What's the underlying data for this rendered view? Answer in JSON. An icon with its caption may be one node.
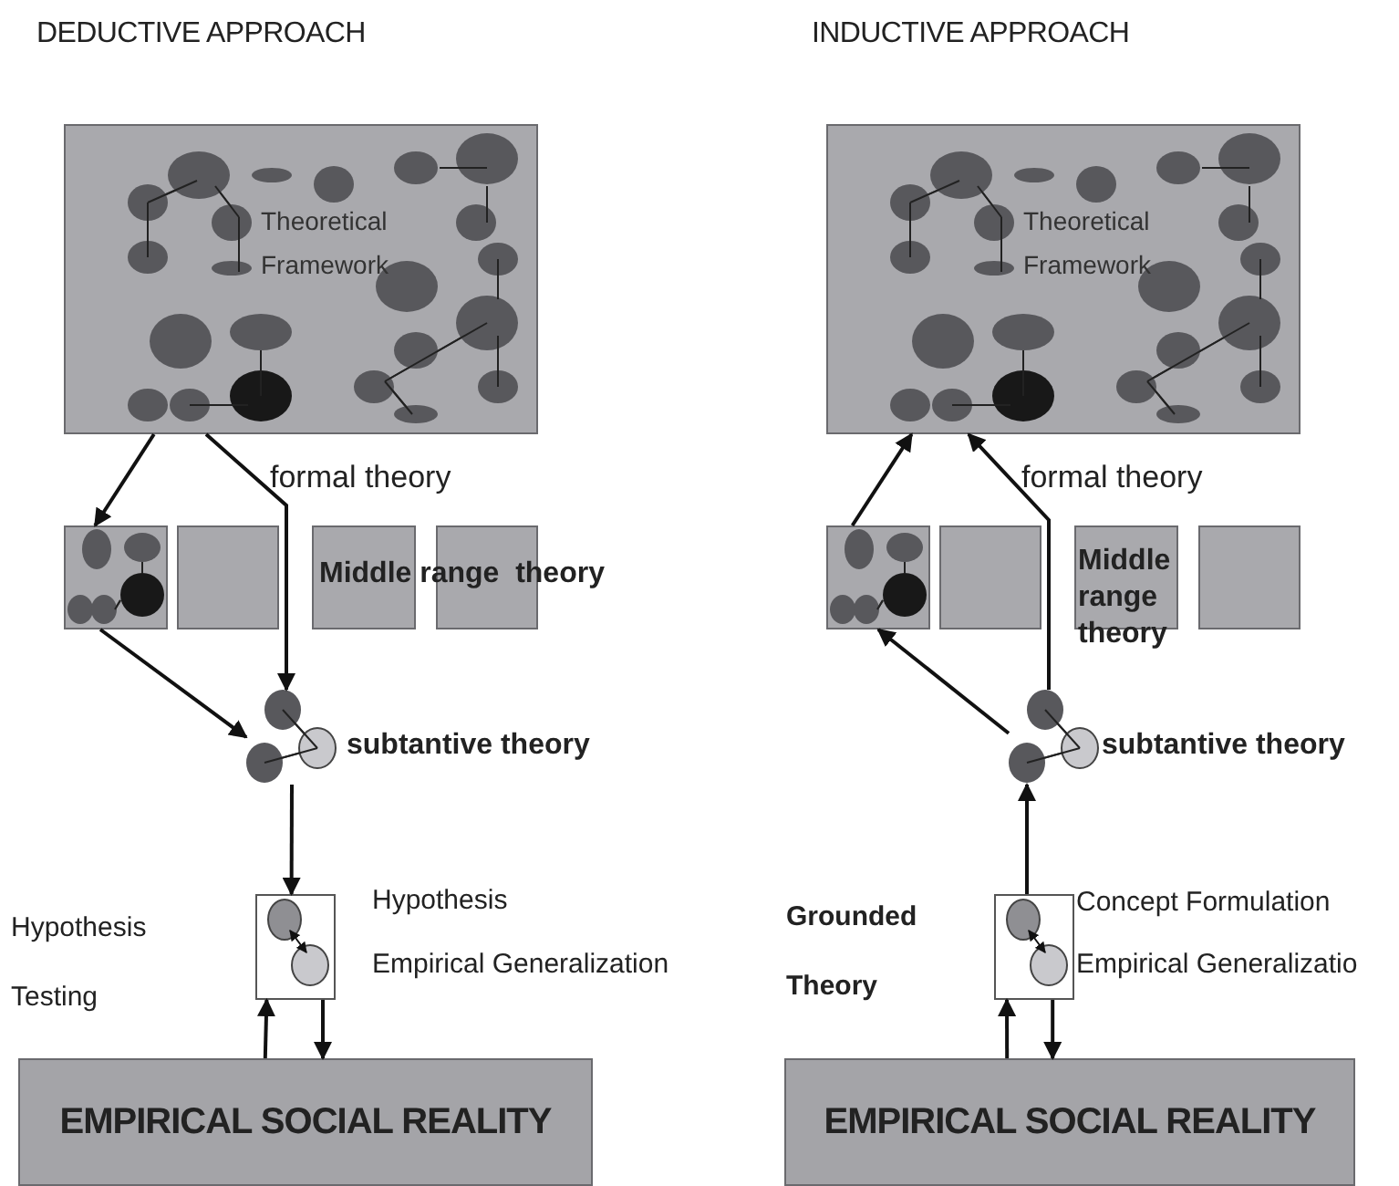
{
  "diagram": {
    "nodes": [
      {
        "text": [
          "Theoretical Framework"
        ]
      },
      {
        "text": [],
        "shape": "box"
      },
      {
        "text": [],
        "shape": "box"
      },
      {
        "text": [],
        "shape": "box"
      },
      {
        "text": [],
        "shape": "box"
      },
      {
        "text": [],
        "shape": "circle",
        "beside": [
          "subtantive theory"
        ]
      },
      {
        "text": [],
        "shape": "box",
        "beside": [
          "Hypothesis",
          "Empirical Generalization"
        ]
      },
      {
        "text": [
          "EMPIRICAL SOCIAL REALITY"
        ]
      },
      {
        "text": [
          "Theoretical Framework"
        ]
      },
      {
        "text": [],
        "shape": "box"
      },
      {
        "text": [],
        "shape": "box"
      },
      {
        "text": [],
        "shape": "box"
      },
      {
        "text": [],
        "shape": "box"
      },
      {
        "text": [],
        "shape": "circle",
        "beside": [
          "subtantive theory"
        ]
      },
      {
        "text": [],
        "shape": "box",
        "beside": [
          "Concept Formulation",
          "Empirical Generalizatio"
        ]
      },
      {
        "text": [
          "EMPIRICAL SOCIAL REALITY"
        ]
      }
    ],
    "edges": [
      {
        "from": 0,
        "to": 1,
        "arrow": "to"
      },
      {
        "from": 0,
        "to": 5,
        "arrow": "to"
      },
      {
        "from": 1,
        "to": 5,
        "arrow": "to"
      },
      {
        "from": 5,
        "to": 6,
        "arrow": "to"
      },
      {
        "from": 7,
        "to": 6,
        "arrow": "to"
      },
      {
        "from": 6,
        "to": 7,
        "arrow": "to"
      },
      {
        "from": 9,
        "to": 8,
        "arrow": "to"
      },
      {
        "from": 13,
        "to": 8,
        "arrow": "to"
      },
      {
        "from": 13,
        "to": 9,
        "arrow": "to"
      },
      {
        "from": 14,
        "to": 13,
        "arrow": "to"
      },
      {
        "from": 15,
        "to": 14,
        "arrow": "to"
      },
      {
        "from": 14,
        "to": 15,
        "arrow": "to"
      }
    ],
    "labels": [
      "DEDUCTIVE APPROACH",
      "INDUCTIVE APPROACH",
      "formal theory",
      "Middle range  theory",
      "Hypothesis Testing",
      "formal theory",
      "Middle range theory",
      "Grounded Theory"
    ]
  }
}
